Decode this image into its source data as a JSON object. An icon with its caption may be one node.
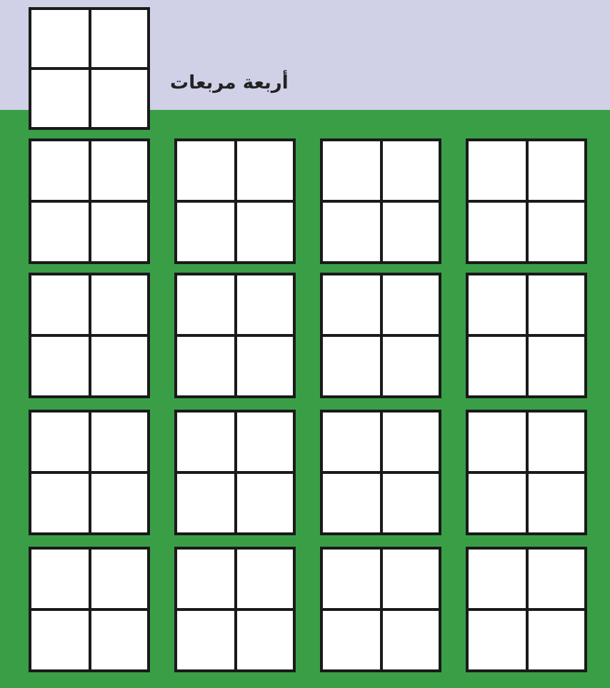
{
  "diagram": {
    "nodes": [
      {
        "text": [],
        "shape": "box",
        "beside": [
          "أربعة مربعات"
        ]
      },
      {
        "text": [],
        "shape": "box"
      },
      {
        "text": [],
        "shape": "box"
      },
      {
        "text": [],
        "shape": "box"
      },
      {
        "text": [],
        "shape": "box"
      },
      {
        "text": [],
        "shape": "box"
      },
      {
        "text": [],
        "shape": "box"
      },
      {
        "text": [],
        "shape": "box"
      },
      {
        "text": [],
        "shape": "box"
      },
      {
        "text": [],
        "shape": "box"
      },
      {
        "text": [],
        "shape": "box"
      },
      {
        "text": [],
        "shape": "box"
      },
      {
        "text": [],
        "shape": "box"
      },
      {
        "text": [],
        "shape": "box"
      },
      {
        "text": [],
        "shape": "box"
      },
      {
        "text": [],
        "shape": "box"
      },
      {
        "text": [],
        "shape": "box"
      }
    ]
  }
}
